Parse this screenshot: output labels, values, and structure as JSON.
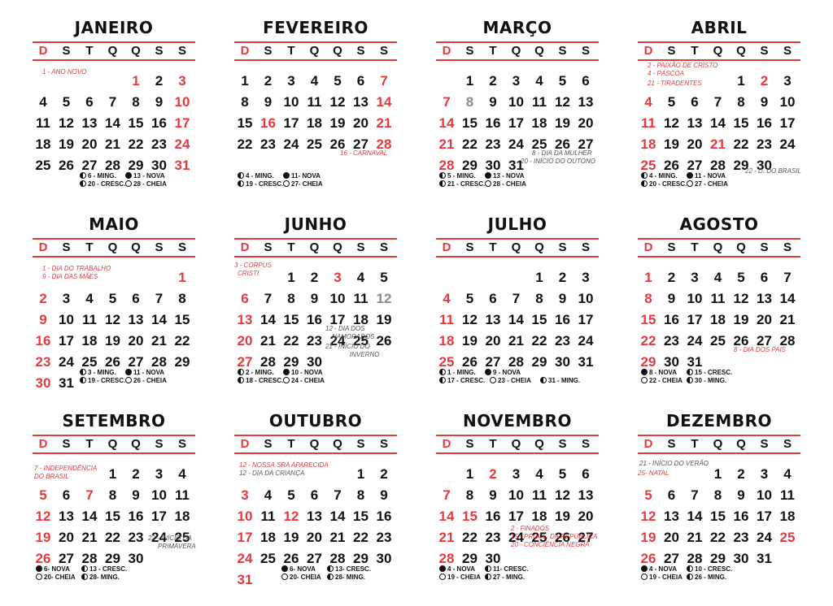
{
  "weekdays": [
    "D",
    "S",
    "T",
    "Q",
    "Q",
    "S",
    "S"
  ],
  "months": [
    {
      "name": "JANEIRO",
      "start": 4,
      "days": 31,
      "rows": 6,
      "red": [
        1,
        3,
        10,
        17,
        24,
        31
      ],
      "gray": [],
      "holidays": [
        "1 - ANO NOVO"
      ],
      "notes": [],
      "moons": [
        [
          "half",
          "6 - MING."
        ],
        [
          "new",
          "13 - NOVA"
        ],
        [
          "half",
          "20 - CRESC."
        ],
        [
          "full",
          "28 - CHEIA"
        ]
      ]
    },
    {
      "name": "FEVEREIRO",
      "start": 0,
      "days": 28,
      "rows": 5,
      "red": [
        7,
        14,
        16,
        21,
        28
      ],
      "gray": [],
      "holidays": [
        "16 - CARNAVAL"
      ],
      "notes": [],
      "moons": [
        [
          "half",
          "4 - MING."
        ],
        [
          "new",
          "11- NOVA"
        ],
        [
          "half",
          "19 - CRESC."
        ],
        [
          "full",
          "27- CHEIA"
        ]
      ]
    },
    {
      "name": "MARÇO",
      "start": 1,
      "days": 31,
      "rows": 5,
      "red": [
        7,
        14,
        21,
        28
      ],
      "gray": [
        8
      ],
      "holidays": [],
      "notes": [
        "8 - DIA DA MULHER",
        "20 - INÍCIO DO OUTONO"
      ],
      "moons": [
        [
          "half",
          "5 - MING."
        ],
        [
          "new",
          "13 - NOVA"
        ],
        [
          "half",
          "21 - CRESC."
        ],
        [
          "full",
          "28 - CHEIA"
        ]
      ]
    },
    {
      "name": "ABRIL",
      "start": 4,
      "days": 30,
      "rows": 5,
      "red": [
        2,
        4,
        11,
        18,
        21,
        25
      ],
      "gray": [],
      "holidays": [
        "2 - PAIXÃO DE CRISTO",
        "4 - PÁSCOA",
        "21 - TIRADENTES"
      ],
      "notes": [
        "22 - D. DO BRASIL"
      ],
      "moons": [
        [
          "half",
          "4 - MING."
        ],
        [
          "new",
          "11 - NOVA"
        ],
        [
          "half",
          "20 - CRESC."
        ],
        [
          "full",
          "27 - CHEIA"
        ]
      ]
    },
    {
      "name": "MAIO",
      "start": 6,
      "days": 31,
      "rows": 6,
      "red": [
        1,
        2,
        9,
        16,
        23,
        30
      ],
      "gray": [],
      "holidays": [
        "1 - DIA DO TRABALHO",
        "9 - DIA DAS MÃES"
      ],
      "notes": [],
      "moons": [
        [
          "half",
          "3 - MING."
        ],
        [
          "new",
          "11 - NOVA"
        ],
        [
          "half",
          "19 - CRESC."
        ],
        [
          "full",
          "26 - CHEIA"
        ]
      ]
    },
    {
      "name": "JUNHO",
      "start": 2,
      "days": 30,
      "rows": 5,
      "red": [
        3,
        6,
        13,
        20,
        27
      ],
      "gray": [
        12
      ],
      "holidays": [
        "3 - CORPUS",
        "CRISTI"
      ],
      "notes": [
        "12 - DIA DOS",
        "NAMORADOS",
        "21 - INÍCIO DO",
        "INVERNO"
      ],
      "moons": [
        [
          "half",
          "2 - MING."
        ],
        [
          "new",
          "10 - NOVA"
        ],
        [
          "half",
          "18 - CRESC."
        ],
        [
          "full",
          "24 - CHEIA"
        ]
      ]
    },
    {
      "name": "JULHO",
      "start": 4,
      "days": 31,
      "rows": 5,
      "red": [
        4,
        11,
        18,
        25
      ],
      "gray": [],
      "holidays": [],
      "notes": [],
      "moons": [
        [
          "half",
          "1 - MING."
        ],
        [
          "new",
          "9 - NOVA"
        ],
        [
          "half",
          "17 - CRESC."
        ],
        [
          "full",
          "23 - CHEIA"
        ],
        [
          "half",
          "31 - MING."
        ]
      ]
    },
    {
      "name": "AGOSTO",
      "start": 0,
      "days": 31,
      "rows": 5,
      "red": [
        1,
        8,
        15,
        22,
        29
      ],
      "gray": [],
      "holidays": [
        "8 - DIA DOS PAIS"
      ],
      "notes": [],
      "moons": [
        [
          "new",
          "8 - NOVA"
        ],
        [
          "half",
          "15 - CRESC."
        ],
        [
          "full",
          "22 - CHEIA"
        ],
        [
          "half",
          "30 - MING."
        ]
      ]
    },
    {
      "name": "SETEMBRO",
      "start": 3,
      "days": 30,
      "rows": 5,
      "red": [
        5,
        7,
        12,
        19,
        26
      ],
      "gray": [],
      "holidays": [
        "7 - INDEPENDÊNCIA",
        "DO BRASIL"
      ],
      "notes": [
        "22 - INÍCIO DA",
        "PRIMAVERA"
      ],
      "moons": [
        [
          "new",
          "6- NOVA"
        ],
        [
          "half",
          "13 - CRESC."
        ],
        [
          "full",
          "20- CHEIA"
        ],
        [
          "half",
          "28- MING."
        ]
      ]
    },
    {
      "name": "OUTUBRO",
      "start": 5,
      "days": 31,
      "rows": 6,
      "red": [
        3,
        10,
        12,
        17,
        24,
        31
      ],
      "gray": [],
      "holidays": [
        "12 - NOSSA SRA APARECIDA"
      ],
      "notes": [
        "12 - DIA DA CRIANÇA"
      ],
      "moons": [
        [
          "new",
          "6- NOVA"
        ],
        [
          "half",
          "13- CRESC."
        ],
        [
          "full",
          "20- CHEIA"
        ],
        [
          "half",
          "28- MING."
        ]
      ]
    },
    {
      "name": "NOVEMBRO",
      "start": 1,
      "days": 30,
      "rows": 5,
      "red": [
        2,
        7,
        14,
        15,
        21,
        28
      ],
      "gray": [],
      "holidays": [
        "2 - FINADOS",
        "15 - PROCL. DA REPÚBLICA",
        "20 - CONCIÊNCIA NEGRA"
      ],
      "notes": [],
      "moons": [
        [
          "new",
          "4 - NOVA"
        ],
        [
          "half",
          "11- CRESC."
        ],
        [
          "full",
          "19 - CHEIA"
        ],
        [
          "half",
          "27 - MING."
        ]
      ]
    },
    {
      "name": "DEZEMBRO",
      "start": 3,
      "days": 31,
      "rows": 5,
      "red": [
        5,
        12,
        19,
        25,
        26
      ],
      "gray": [],
      "holidays": [
        "25- NATAL"
      ],
      "notes": [
        "21 - INÍCIO DO VERÃO"
      ],
      "moons": [
        [
          "new",
          "4 - NOVA"
        ],
        [
          "half",
          "10 - CRESC."
        ],
        [
          "full",
          "19 - CHEIA"
        ],
        [
          "half",
          "26 - MING."
        ]
      ]
    }
  ]
}
